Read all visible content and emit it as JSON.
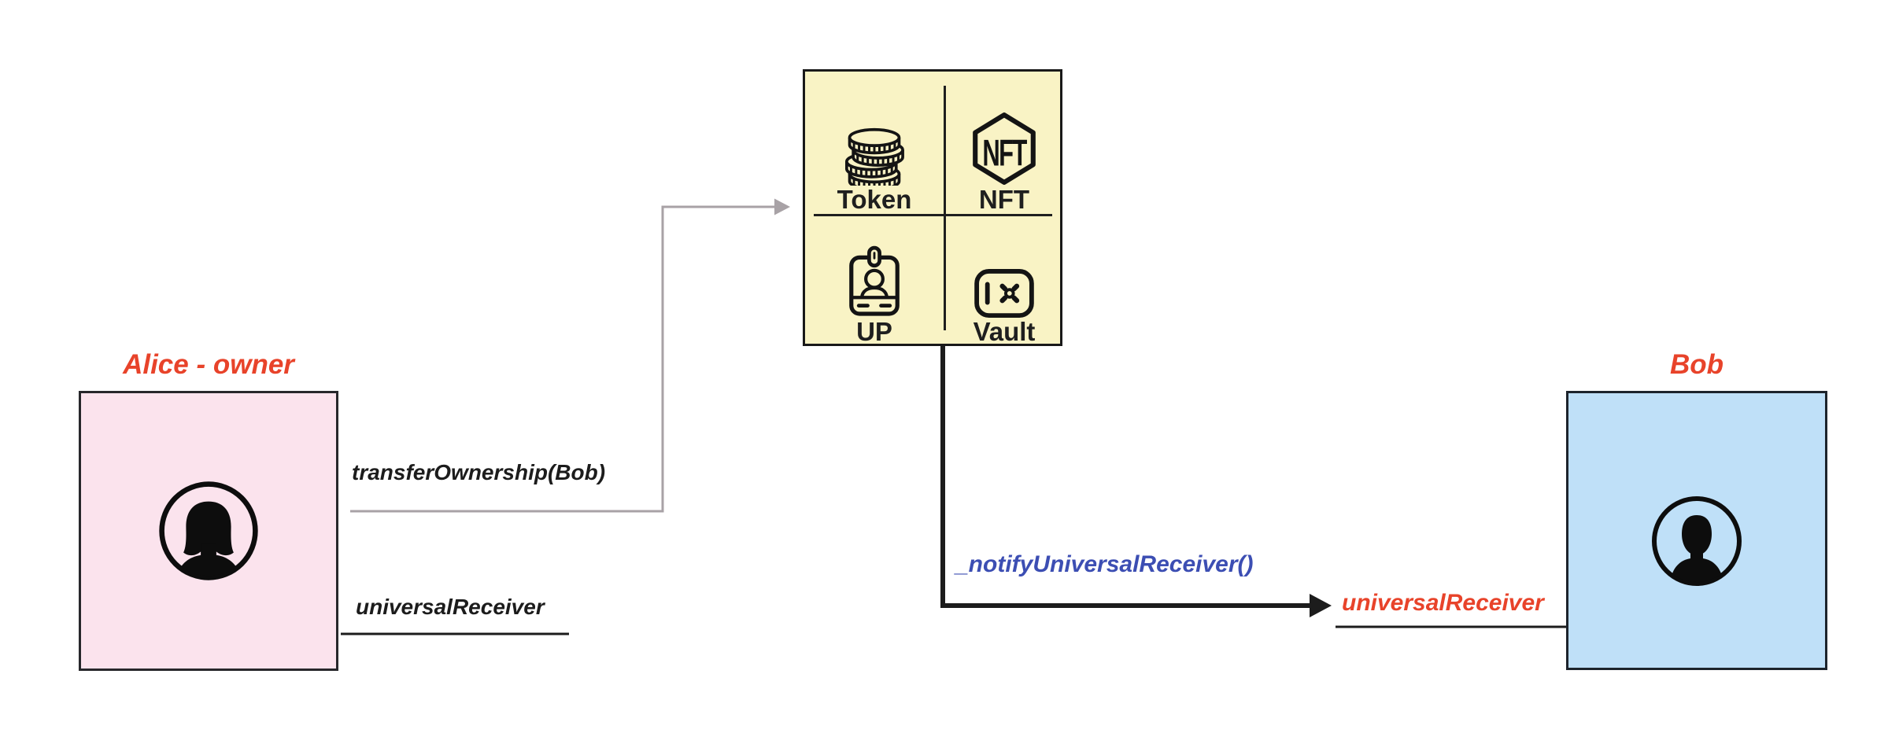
{
  "colors": {
    "accent_red": "#e8432a",
    "label_blue": "#3c4eb3",
    "line_gray": "#a8a2a6",
    "line_black": "#1c1c1c",
    "alice_fill": "#fbe3ed",
    "bob_fill": "#bfe0f8",
    "assets_fill": "#f9f3c5"
  },
  "actors": {
    "alice": {
      "title": "Alice - owner",
      "avatar": "female-avatar-icon"
    },
    "bob": {
      "title": "Bob",
      "avatar": "male-avatar-icon"
    }
  },
  "assets_box": {
    "cells": [
      {
        "label": "Token",
        "icon": "coins-icon"
      },
      {
        "label": "NFT",
        "icon": "nft-hexagon-icon",
        "icon_text": "NFT"
      },
      {
        "label": "UP",
        "icon": "id-badge-icon"
      },
      {
        "label": "Vault",
        "icon": "vault-safe-icon"
      }
    ]
  },
  "edges": {
    "transfer_ownership_label": "transferOwnership(Bob)",
    "alice_universal_receiver_label": "universalReceiver",
    "notify_universal_receiver_label": "_notifyUniversalReceiver()",
    "bob_universal_receiver_label": "universalReceiver"
  }
}
